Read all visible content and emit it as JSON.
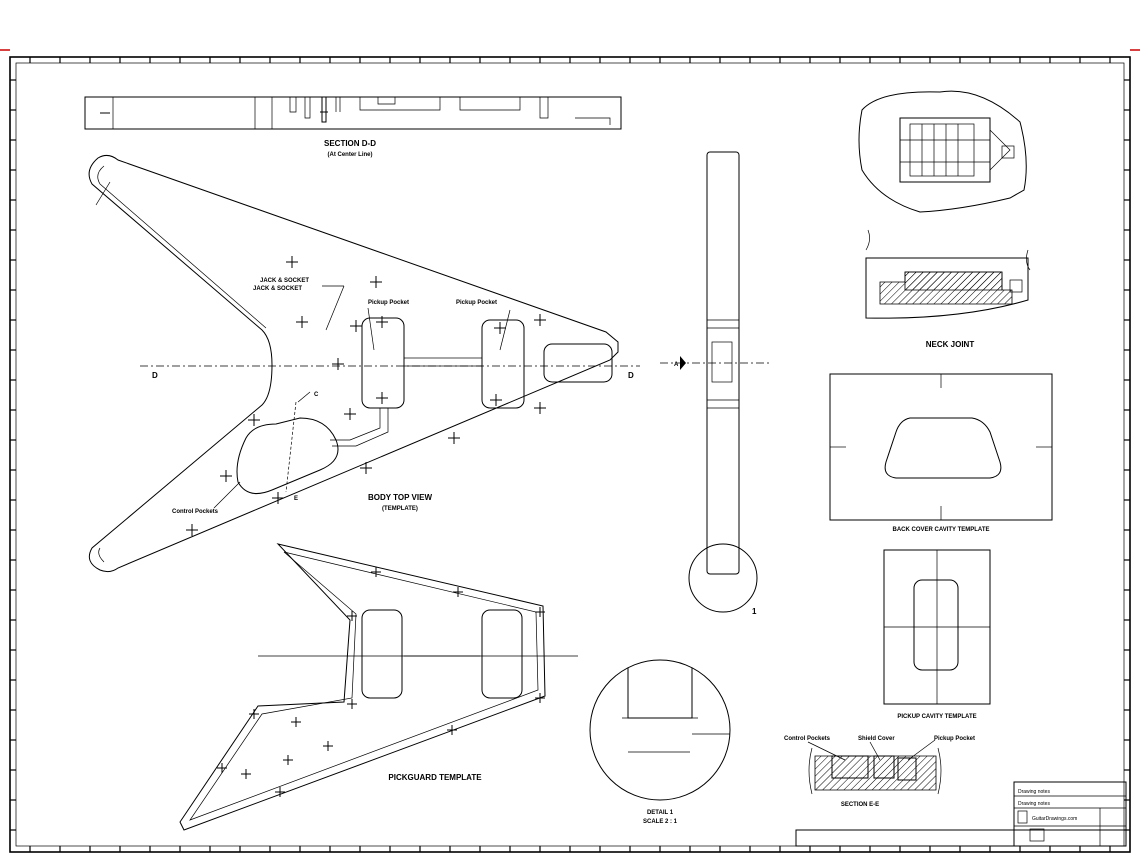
{
  "labels": {
    "section_d": "SECTION D-D",
    "section_d_sub": "(At Center Line)",
    "body_top_view": "BODY TOP VIEW",
    "body_top_view_sub": "(TEMPLATE)",
    "neck_joint": "NECK JOINT",
    "back_cover_cavity": "BACK COVER CAVITY TEMPLATE",
    "pickup_cavity": "PICKUP CAVITY TEMPLATE",
    "pickguard": "PICKGUARD TEMPLATE",
    "section_e": "SECTION E-E",
    "detail_1": "DETAIL 1",
    "detail_1_scale": "SCALE 2 : 1",
    "control_pockets": "Control Pockets",
    "shield_cover": "Shield Cover",
    "pickup_pocket_1": "Pickup Pocket",
    "pickup_pocket_2": "Pickup Pocket",
    "jack_note": "JACK & SOCKET",
    "callout_1": "1",
    "callout_c": "C",
    "callout_e": "E",
    "callout_d_left": "D",
    "callout_d_right": "D",
    "callout_a": "A"
  },
  "title_block": {
    "line1": "Drawing notes",
    "line2": "Drawing notes",
    "line3": "GuitarDrawings.com"
  },
  "colors": {
    "line": "#000000",
    "background": "#ffffff",
    "corner_mark": "#cc0000"
  }
}
